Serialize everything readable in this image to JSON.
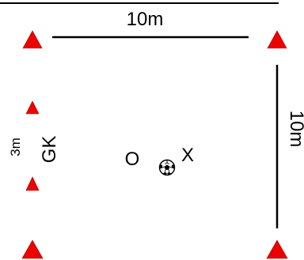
{
  "diagram": {
    "top_length_label": "10m",
    "side_length_label": "10m",
    "goal_width_label": "3m",
    "goalkeeper_label": "GK",
    "player_o_label": "O",
    "player_x_label": "X",
    "cone_color": "#ee0000",
    "line_color": "#000000"
  }
}
